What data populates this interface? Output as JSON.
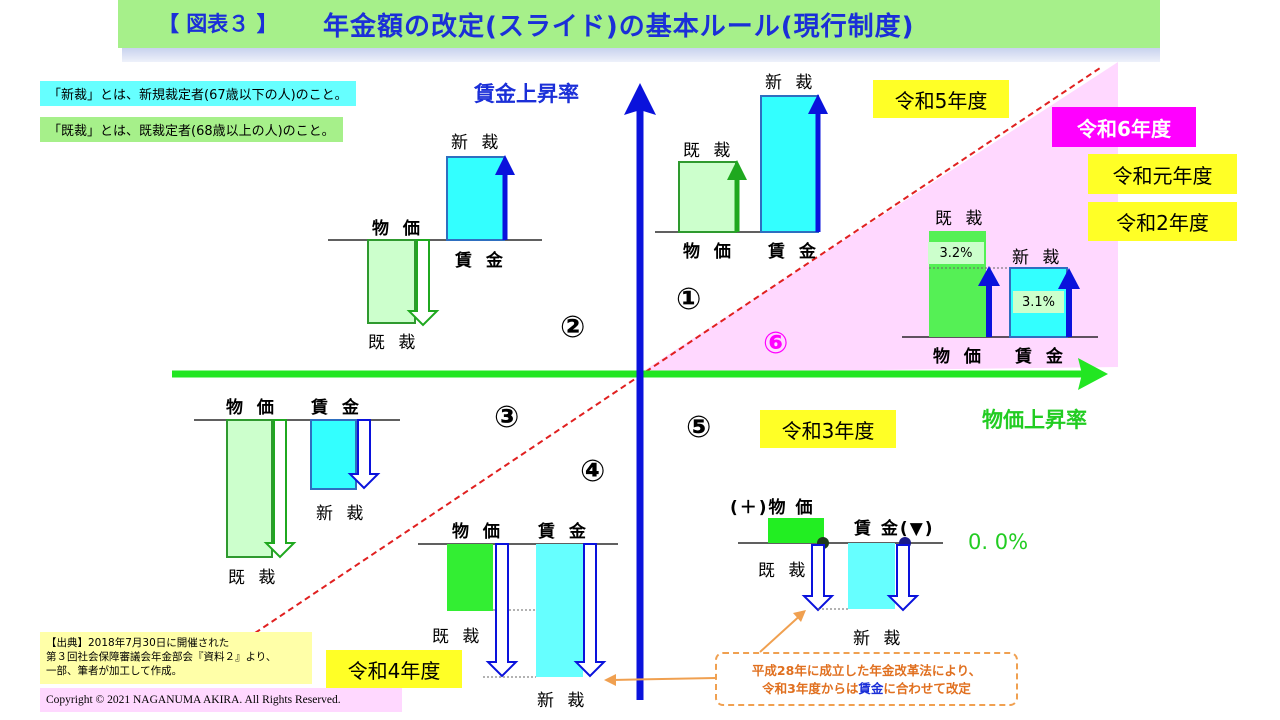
{
  "header": {
    "figure_no": "【 図表３ 】",
    "title": "年金額の改定(スライド)の基本ルール(現行制度)"
  },
  "notes": {
    "new": "「新裁」とは、新規裁定者(67歳以下の人)のこと。",
    "existing": "「既裁」とは、既裁定者(68歳以上の人)のこと。"
  },
  "axes": {
    "y_label": "賃金上昇率",
    "x_label": "物価上昇率"
  },
  "regions": {
    "r1": "①",
    "r2": "②",
    "r3": "③",
    "r4": "④",
    "r5": "⑤",
    "r6": "⑥"
  },
  "years": {
    "r5": "令和5年度",
    "r6": "令和6年度",
    "gan": "令和元年度",
    "r2": "令和2年度",
    "r3": "令和3年度",
    "r4": "令和4年度"
  },
  "labels": {
    "shinsai": "新 裁",
    "kisai": "既 裁",
    "bukka": "物 価",
    "chingin": "賃 金",
    "plus_bukka": "(＋)物 価",
    "chingin_down": "賃 金(▼)",
    "zero": "0. 0%",
    "pct_kisai": "3.2%",
    "pct_shinsai": "3.1%"
  },
  "callout": {
    "line1": "平成28年に成立した年金改革法により、",
    "line2_a": "令和3年度からは",
    "line2_b": "賃金",
    "line2_c": "に合わせて改定"
  },
  "source": {
    "line1": "【出典】2018年7月30日に開催された",
    "line2": "第３回社会保障審議会年金部会『資料２』より、",
    "line3": "一部、筆者が加工して作成。"
  },
  "copyright": "Copyright © 2021 NAGANUMA AKIRA. All Rights Reserved.",
  "colors": {
    "axis_blue": "#0a12dc",
    "axis_green": "#22e622",
    "title_green": "#a6f08a",
    "year_yellow": "#ffff26",
    "region6_pink": "#ffd8ff",
    "bar_lightgreen": "#ccffcc",
    "bar_green": "#33ee33",
    "bar_cyan": "#33ffff"
  }
}
